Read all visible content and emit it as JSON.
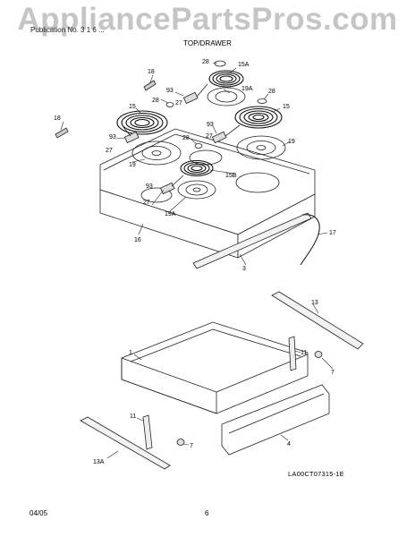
{
  "header": {
    "publication": "Publication No. 3 1 6 ...",
    "section_title": "TOP/DRAWER"
  },
  "watermark": "AppliancePartsPros.com",
  "footer": {
    "date": "04/05",
    "page": "6"
  },
  "diagram_code": "LA00CT07315-1E",
  "callouts": {
    "c28a": "28",
    "c15A": "15A",
    "c18a": "18",
    "c93a": "93",
    "c28b": "28",
    "c27a": "27",
    "c19Aa": "19A",
    "c28c": "28",
    "c15a": "15",
    "c15b": "15",
    "c18b": "18",
    "c93b": "93",
    "c27b": "27",
    "c19a": "19",
    "c28d": "28",
    "c93c": "93",
    "c27c": "27",
    "c19b": "19",
    "c15B": "15B",
    "c93d": "93",
    "c27d": "27",
    "c19Ab": "19A",
    "c16": "16",
    "c17": "17",
    "c3": "3",
    "c13": "13",
    "c1": "1",
    "c11a": "11",
    "c7a": "7",
    "c11b": "11",
    "c7b": "7",
    "c4": "4",
    "c13A": "13A"
  }
}
